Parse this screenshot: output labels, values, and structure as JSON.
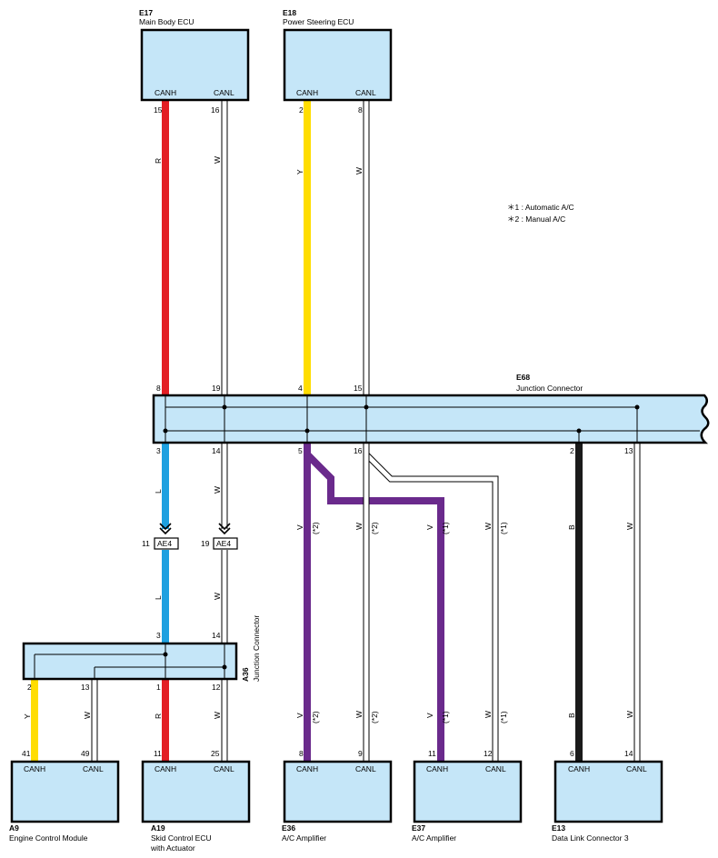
{
  "components": {
    "e17": {
      "code": "E17",
      "name": "Main Body ECU",
      "canh": "CANH",
      "canl": "CANL"
    },
    "e18": {
      "code": "E18",
      "name": "Power Steering ECU",
      "canh": "CANH",
      "canl": "CANL"
    },
    "e68": {
      "code": "E68",
      "name": "Junction Connector"
    },
    "a36": {
      "code": "A36",
      "name": "Junction Connector"
    },
    "a9": {
      "code": "A9",
      "name": "Engine Control Module",
      "canh": "CANH",
      "canl": "CANL"
    },
    "a19": {
      "code": "A19",
      "name": "Skid Control ECU",
      "name2": "with Actuator",
      "canh": "CANH",
      "canl": "CANL"
    },
    "e36": {
      "code": "E36",
      "name": "A/C Amplifier",
      "canh": "CANH",
      "canl": "CANL"
    },
    "e37": {
      "code": "E37",
      "name": "A/C Amplifier",
      "canh": "CANH",
      "canl": "CANL"
    },
    "e13": {
      "code": "E13",
      "name": "Data Link Connector 3",
      "canh": "CANH",
      "canl": "CANL"
    }
  },
  "notes": [
    "＊1 : Automatic A/C",
    "＊2 : Manual A/C"
  ],
  "connector_label": "AE4",
  "pins": {
    "e17_canh": "15",
    "e17_canl": "16",
    "e18_canh": "2",
    "e18_canl": "8",
    "e68_t1": "8",
    "e68_t2": "19",
    "e68_t3": "4",
    "e68_t4": "15",
    "e68_b1": "3",
    "e68_b2": "14",
    "e68_b3": "5",
    "e68_b4": "16",
    "e68_b5": "2",
    "e68_b6": "13",
    "ae4_l": "11",
    "ae4_w": "19",
    "a36_t1": "3",
    "a36_t2": "14",
    "a36_b1": "2",
    "a36_b2": "13",
    "a36_b3": "1",
    "a36_b4": "12",
    "a9_canh": "41",
    "a9_canl": "49",
    "a19_canh": "11",
    "a19_canl": "25",
    "e36_canh": "8",
    "e36_canl": "9",
    "e37_canh": "11",
    "e37_canl": "12",
    "e13_canh": "6",
    "e13_canl": "14"
  },
  "wire_colors": {
    "R": "R",
    "W": "W",
    "Y": "Y",
    "L": "L",
    "V": "V",
    "B": "B"
  },
  "wire_notes": {
    "m1": "(*1)",
    "m2": "(*2)"
  },
  "colors": {
    "red": "#e31e24",
    "yellow": "#ffdd00",
    "blue": "#1ea0e0",
    "violet": "#6a2a8c",
    "black": "#1a1a1a",
    "box_fill": "#c5e6f8"
  }
}
